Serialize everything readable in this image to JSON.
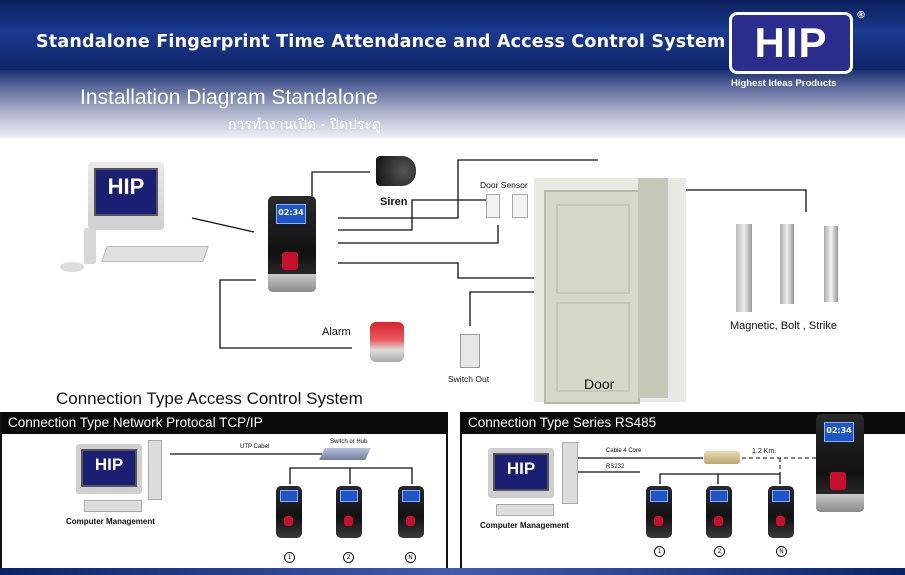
{
  "header": {
    "title": "Standalone Fingerprint Time Attendance and Access Control System",
    "subtitle_en": "Installation Diagram Standalone",
    "subtitle_th": "การทำงานเปิด - ปิดประตู"
  },
  "logo": {
    "text": "HIP",
    "registered": "®",
    "tagline": "Highest Ideas Products"
  },
  "install_diagram": {
    "siren": "Siren",
    "door_sensor": "Door Sensor",
    "alarm": "Alarm",
    "switch_out": "Switch Out",
    "door": "Door",
    "locks": "Magnetic, Bolt , Strike",
    "device_time": "02:34",
    "monitor_logo": "HIP"
  },
  "connection": {
    "heading": "Connection Type Access Control System",
    "tcp": {
      "title": "Connection Type Network Protocal TCP/IP",
      "uptp": "UTP Cabel",
      "switch": "Switch or Hub",
      "computer": "Computer Management",
      "nodes": [
        "1",
        "2",
        "N"
      ]
    },
    "rs485": {
      "title": "Connection Type Series  RS485",
      "cable": "Cable 4 Core",
      "rs232": "RS232",
      "distance": "1.2 Km.",
      "computer": "Computer Management",
      "nodes": [
        "1",
        "2",
        "N"
      ]
    }
  },
  "colors": {
    "header_navy": "#0d2367",
    "logo_purple": "#2a2d8c",
    "section_bar": "#0a0a0a"
  }
}
